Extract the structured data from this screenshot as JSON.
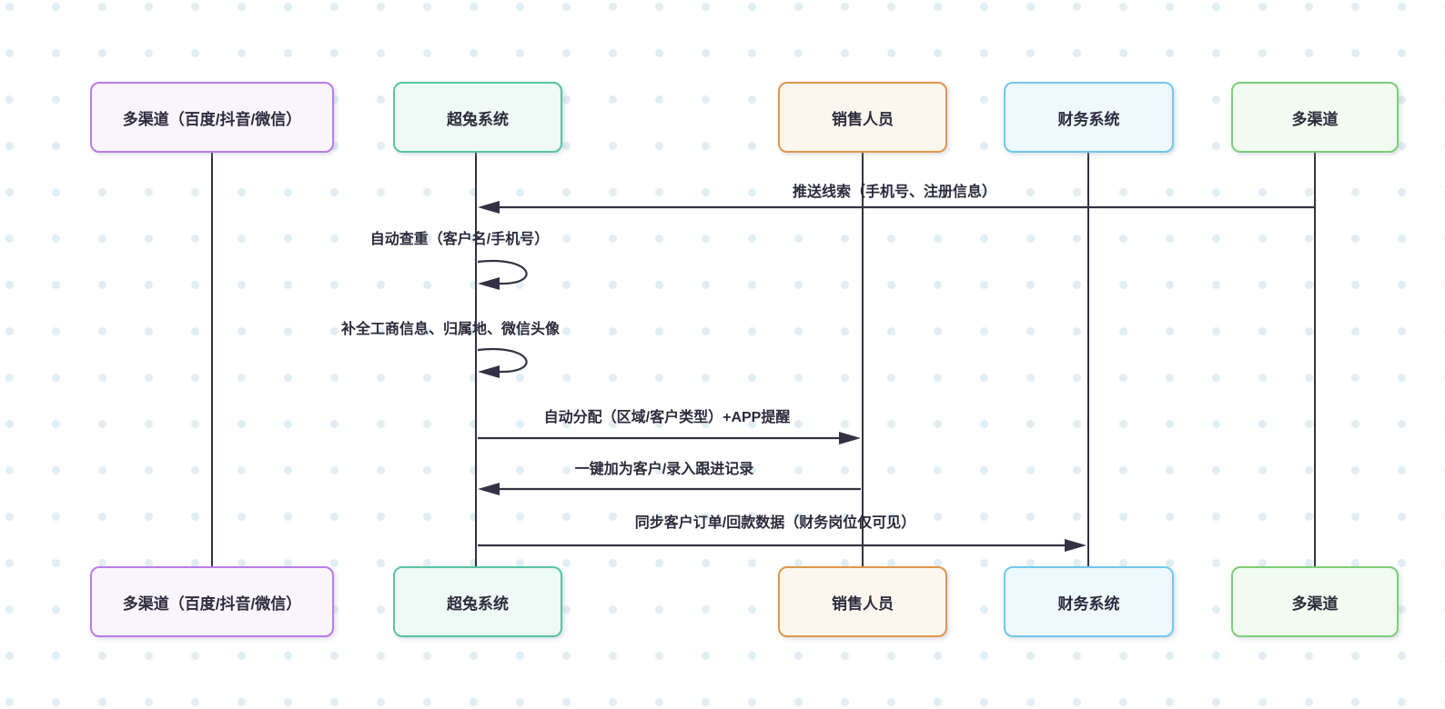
{
  "canvas": {
    "background_color": "#ffffff",
    "dot_color": "#e1eef3",
    "line_color": "#323244",
    "text_color": "#2b2b3c"
  },
  "diagram_type": "sequence",
  "actors": [
    {
      "id": "channels-detail",
      "label": "多渠道（百度/抖音/微信）",
      "border_color": "#bb7ce8",
      "fill_color": "#faf5fd"
    },
    {
      "id": "chaotu-system",
      "label": "超兔系统",
      "border_color": "#56c5a2",
      "fill_color": "#eefaf5"
    },
    {
      "id": "sales-staff",
      "label": "销售人员",
      "border_color": "#e2964e",
      "fill_color": "#fcf7ee"
    },
    {
      "id": "finance-system",
      "label": "财务系统",
      "border_color": "#6fc9ea",
      "fill_color": "#edf9fd"
    },
    {
      "id": "channels",
      "label": "多渠道",
      "border_color": "#7ecd78",
      "fill_color": "#f1fbef"
    }
  ],
  "messages": [
    {
      "label": "推送线索（手机号、注册信息）",
      "from": "多渠道",
      "to": "超兔系统",
      "kind": "arrow-left"
    },
    {
      "label": "自动查重（客户名/手机号）",
      "from": "超兔系统",
      "to": "超兔系统",
      "kind": "self-loop"
    },
    {
      "label": "补全工商信息、归属地、微信头像",
      "from": "超兔系统",
      "to": "超兔系统",
      "kind": "self-loop"
    },
    {
      "label": "自动分配（区域/客户类型）+APP提醒",
      "from": "超兔系统",
      "to": "销售人员",
      "kind": "arrow-right"
    },
    {
      "label": "一键加为客户/录入跟进记录",
      "from": "销售人员",
      "to": "超兔系统",
      "kind": "arrow-left"
    },
    {
      "label": "同步客户订单/回款数据（财务岗位仅可见）",
      "from": "超兔系统",
      "to": "财务系统",
      "kind": "arrow-right"
    }
  ]
}
